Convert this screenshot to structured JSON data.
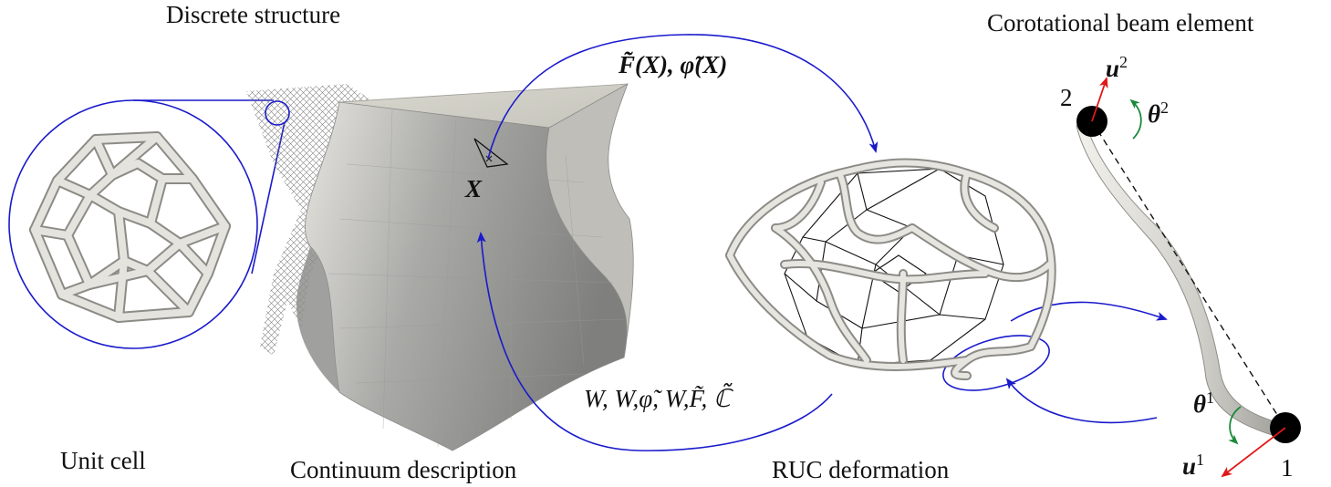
{
  "labels": {
    "discrete_structure": "Discrete structure",
    "corotational": "Corotational beam element",
    "unit_cell": "Unit cell",
    "continuum": "Continuum description",
    "ruc": "RUC deformation"
  },
  "math": {
    "f_phi": "F̃(X), φ̃(X)",
    "x": "X",
    "w_terms": "W, W,φ̃, W,F̃, ℂ̃",
    "node_2": "2",
    "node_1": "1",
    "u2": "u",
    "u2_sup": "2",
    "theta2": "θ",
    "theta2_sup": "2",
    "theta1": "θ",
    "theta1_sup": "1",
    "u1": "u",
    "u1_sup": "1"
  },
  "colors": {
    "arrow_blue": "#1a1acc",
    "force_red": "#e01818",
    "rotation_green": "#1a8a3a",
    "solid_gray": "#b8b8b4",
    "strut_light": "#dcdbd6"
  }
}
